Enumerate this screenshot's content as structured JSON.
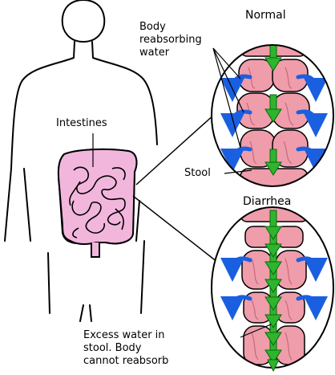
{
  "labels": {
    "normal": "Normal",
    "diarrhea": "Diarrhea",
    "intestines": "Intestines",
    "body_reabsorbing": [
      "Body",
      "reabsorbing",
      "water"
    ],
    "stool": "Stool",
    "excess_water": [
      "Excess water in",
      "stool. Body",
      "cannot reabsorb"
    ]
  },
  "colors": {
    "outline": "#000000",
    "intestine_fill": "#f2b6dc",
    "segment_fill": "#ef9cab",
    "segment_dark": "#c66a7c",
    "water_arrow": "#1a5fe0",
    "stool_arrow": "#2db52d",
    "stool_arrow_dark": "#0a6a0a"
  }
}
